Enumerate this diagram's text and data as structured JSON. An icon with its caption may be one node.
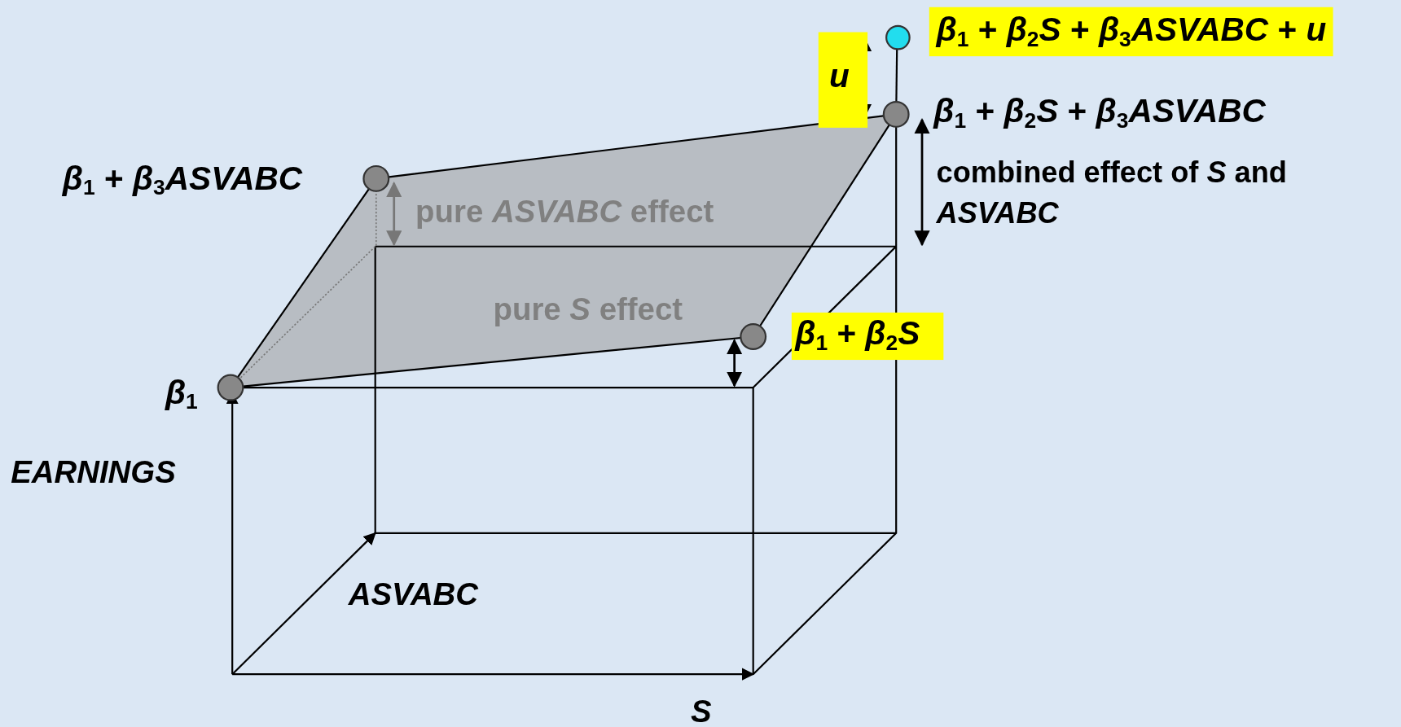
{
  "diagram": {
    "labels": [
      "*β*$_{1}$ + *β*$_{2}$*S* + *β*$_{3}$*ASVABC* + *u*",
      "*u*",
      "*β*$_{1}$ + *β*$_{2}$*S* + *β*$_{3}$*ASVABC*",
      "*β*$_{1}$ + *β*$_{3}$*ASVABC*",
      "combined effect of *S* and *ASVABC*",
      "pure *ASVABC* effect",
      "pure *S* effect",
      "*β*$_{1}$ + *β*$_{2}$*S*",
      "*β*$_{1}$",
      "EARNINGS",
      "ASVABC",
      "S"
    ]
  }
}
